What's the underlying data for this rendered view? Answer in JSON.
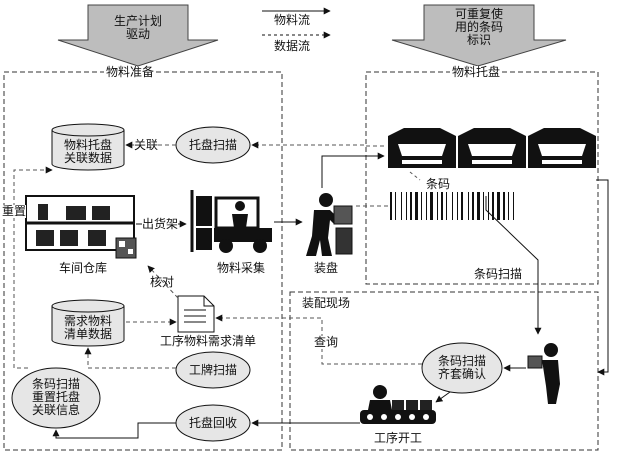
{
  "top": {
    "left_arrow": "生产计划\n驱动",
    "right_arrow": "可重复使\n用的条码\n标识",
    "legend": {
      "material_flow": "物料流",
      "data_flow": "数据流"
    }
  },
  "regions": {
    "material_prep": "物料准备",
    "material_pallet": "物料托盘",
    "assembly_site": "装配现场"
  },
  "nodes": {
    "pallet_scan": "托盘扫描",
    "pallet_db": "物料托盘\n关联数据",
    "demand_db": "需求物料\n清单数据",
    "workshop_warehouse": "车间仓库",
    "material_pick": "物料采集",
    "loading": "装盘",
    "barcode": "条码",
    "barcode_scan": "条码扫描",
    "process_material_list": "工序物料需求清单",
    "kanban_scan": "工牌扫描",
    "reset_info": "条码扫描\n重置托盘\n关联信息",
    "pallet_return": "托盘回收",
    "scan_confirm": "条码扫描\n齐套确认",
    "process_start": "工序开工"
  },
  "edges": {
    "associate": "关联",
    "reset": "重置",
    "ship_out": "出货架",
    "verify": "核对",
    "query": "查询"
  },
  "colors": {
    "ellipse_fill": "#e6e6e6",
    "db_fill": "#e6e6e6",
    "arrow_fill": "#bdbdbd",
    "line": "#111111",
    "dashed": "#555555"
  }
}
